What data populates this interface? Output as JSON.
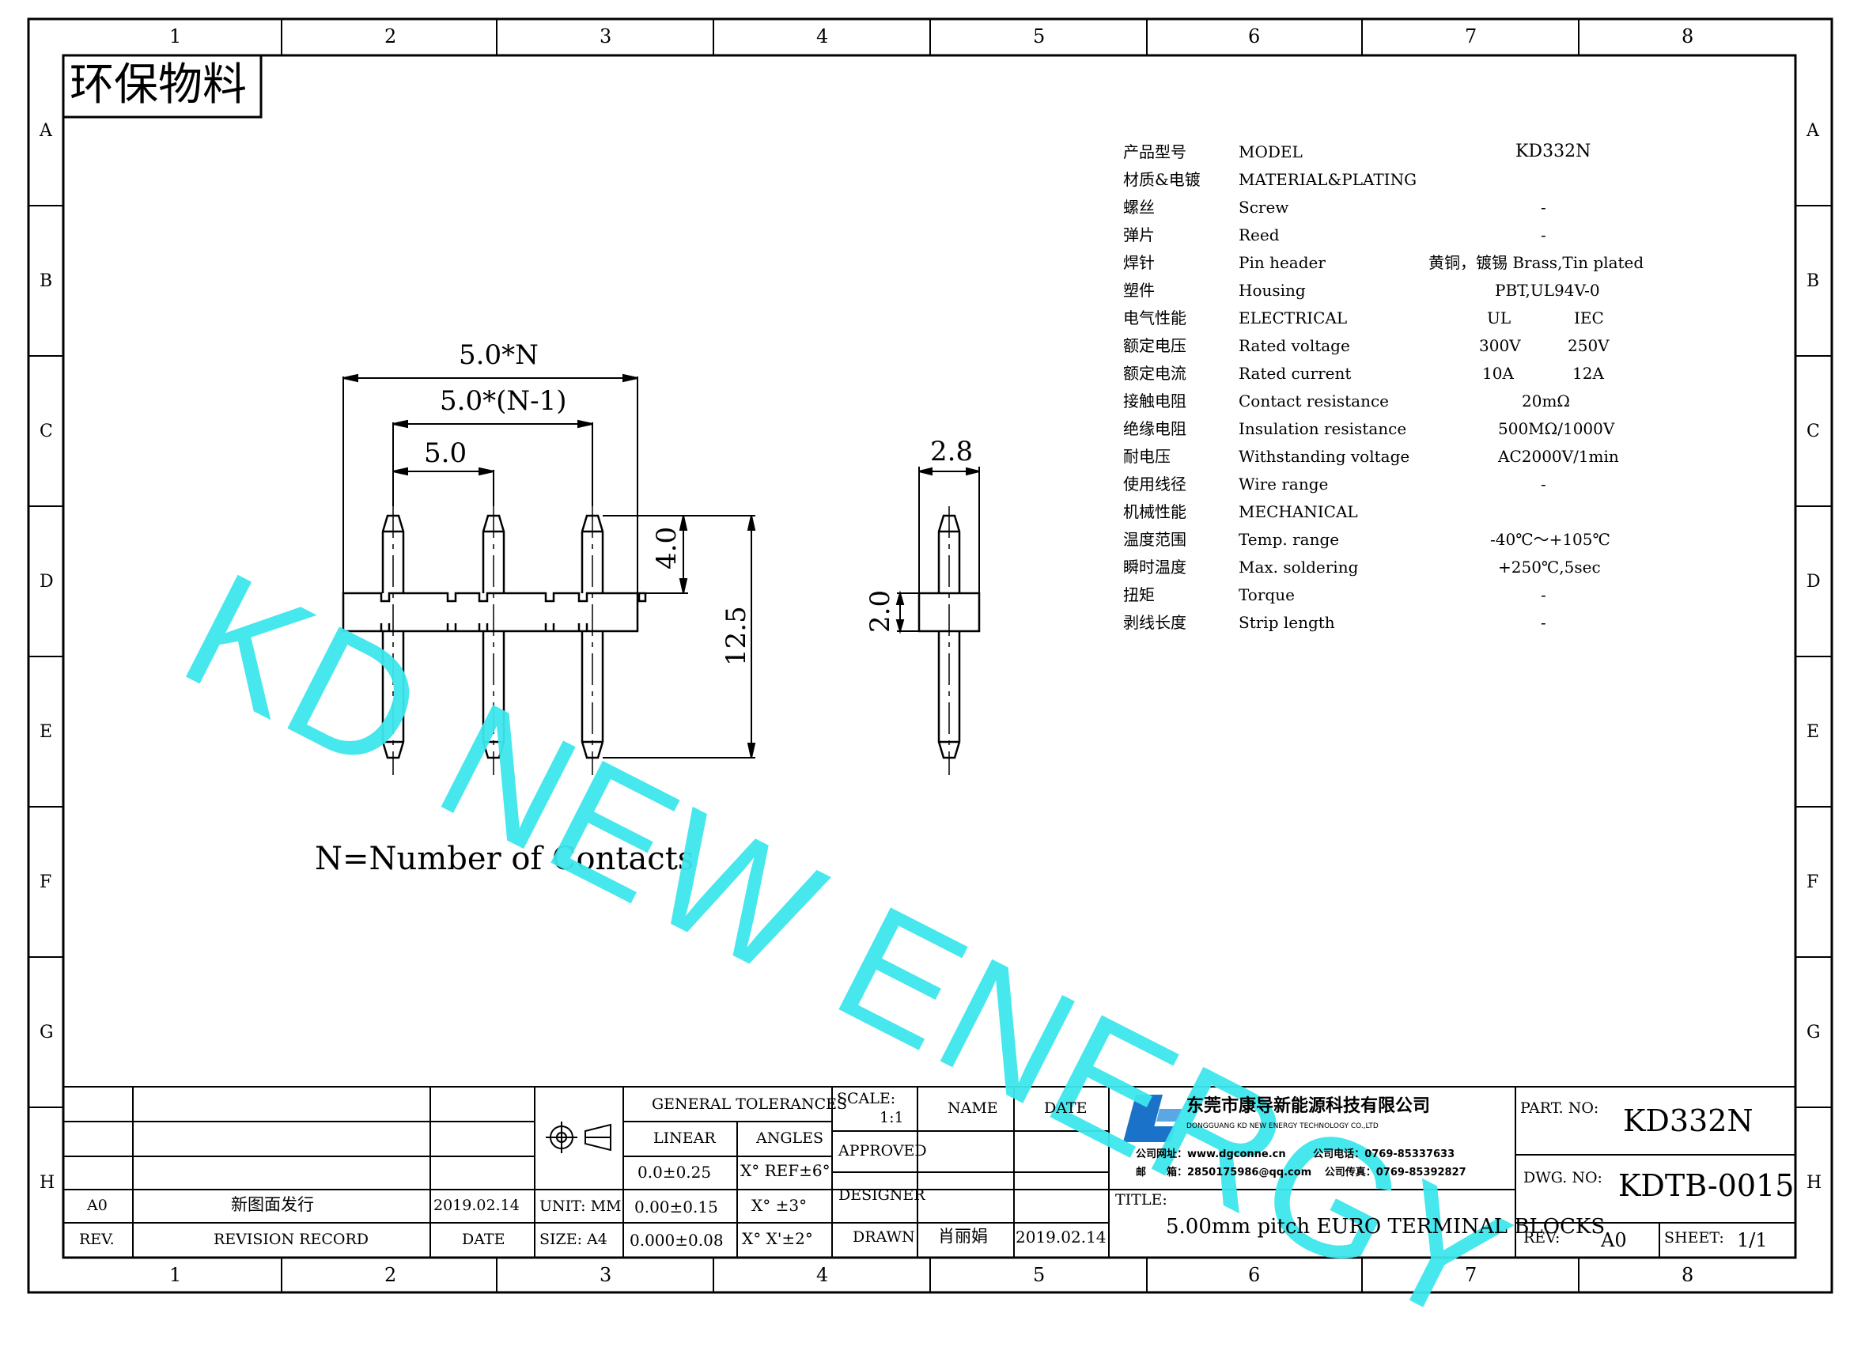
{
  "frame": {
    "columns": [
      "1",
      "2",
      "3",
      "4",
      "5",
      "6",
      "7",
      "8"
    ],
    "rows": [
      "A",
      "B",
      "C",
      "D",
      "E",
      "F",
      "G",
      "H"
    ]
  },
  "eco_label": "环保物料",
  "watermark": "KD NEW ENERGY",
  "note": "N=Number of Contacts",
  "dimensions": {
    "total": "5.0*N",
    "span": "5.0*(N-1)",
    "pitch": "5.0",
    "side_width": "2.8",
    "pin_top": "4.0",
    "height": "12.5",
    "housing": "2.0"
  },
  "specs": [
    {
      "cn": "产品型号",
      "en": "MODEL",
      "val": "KD332N",
      "val2": ""
    },
    {
      "cn": "材质&电镀",
      "en": "MATERIAL&PLATING",
      "val": "",
      "val2": ""
    },
    {
      "cn": "螺丝",
      "en": "Screw",
      "val": "-",
      "val2": ""
    },
    {
      "cn": "弹片",
      "en": "Reed",
      "val": "-",
      "val2": ""
    },
    {
      "cn": "焊针",
      "en": "Pin header",
      "val": "黄铜，镀锡 Brass,Tin plated",
      "val2": ""
    },
    {
      "cn": "塑件",
      "en": "Housing",
      "val": "PBT,UL94V-0",
      "val2": ""
    },
    {
      "cn": "电气性能",
      "en": "ELECTRICAL",
      "val": "UL",
      "val2": "IEC"
    },
    {
      "cn": "额定电压",
      "en": "Rated voltage",
      "val": "300V",
      "val2": "250V"
    },
    {
      "cn": "额定电流",
      "en": "Rated current",
      "val": "10A",
      "val2": "12A"
    },
    {
      "cn": "接触电阻",
      "en": "Contact resistance",
      "val": "20mΩ",
      "val2": ""
    },
    {
      "cn": "绝缘电阻",
      "en": "Insulation resistance",
      "val": "500MΩ/1000V",
      "val2": ""
    },
    {
      "cn": "耐电压",
      "en": "Withstanding voltage",
      "val": "AC2000V/1min",
      "val2": ""
    },
    {
      "cn": "使用线径",
      "en": "Wire range",
      "val": "-",
      "val2": ""
    },
    {
      "cn": "机械性能",
      "en": "MECHANICAL",
      "val": "",
      "val2": ""
    },
    {
      "cn": "温度范围",
      "en": "Temp. range",
      "val": "-40℃～+105℃",
      "val2": ""
    },
    {
      "cn": "瞬时温度",
      "en": "Max. soldering",
      "val": "+250℃,5sec",
      "val2": ""
    },
    {
      "cn": "扭矩",
      "en": "Torque",
      "val": "-",
      "val2": ""
    },
    {
      "cn": "剥线长度",
      "en": "Strip length",
      "val": "-",
      "val2": ""
    }
  ],
  "titleblock": {
    "rev_a": "A0",
    "rev_a_desc": "新图面发行",
    "rev_a_date": "2019.02.14",
    "rev_label": "REV.",
    "revision_record": "REVISION RECORD",
    "date_label": "DATE",
    "unit": "UNIT: MM",
    "size": "SIZE: A4",
    "general_tolerances": "GENERAL TOLERANCES",
    "linear": "LINEAR",
    "angles": "ANGLES",
    "lin1": "0.0±0.25",
    "lin2": "0.00±0.15",
    "lin3": "0.000±0.08",
    "ang1": "X° REF±6°",
    "ang2": "X° ±3°",
    "ang3": "X° X'±2°",
    "scale_label": "SCALE:",
    "scale_value": "1:1",
    "approved": "APPROVED",
    "designer": "DESIGNER",
    "drawn": "DRAWN",
    "name_label": "NAME",
    "drawn_name": "肖丽娟",
    "drawn_date": "2019.02.14",
    "company_cn": "东莞市康导新能源科技有限公司",
    "company_en": "DONGGUANG KD NEW ENERGY TECHNOLOGY CO.,LTD",
    "website_label": "公司网址：",
    "website": "www.dgconne.cn",
    "phone_label": "公司电话：",
    "phone": "0769-85337633",
    "email_label": "邮　　箱：",
    "email": "2850175986@qq.com",
    "fax_label": "公司传真：",
    "fax": "0769-85392827",
    "title_label": "TITLE:",
    "title": "5.00mm pitch EURO TERMINAL BLOCKS",
    "part_no_label": "PART. NO:",
    "part_no": "KD332N",
    "dwg_no_label": "DWG. NO:",
    "dwg_no": "KDTB-0015",
    "rev_field_label": "REV:",
    "rev_field": "A0",
    "sheet_label": "SHEET:",
    "sheet": "1/1"
  },
  "colors": {
    "watermark": "#3ee6ee",
    "logo_blue": "#1a73c9",
    "line": "#000000"
  }
}
